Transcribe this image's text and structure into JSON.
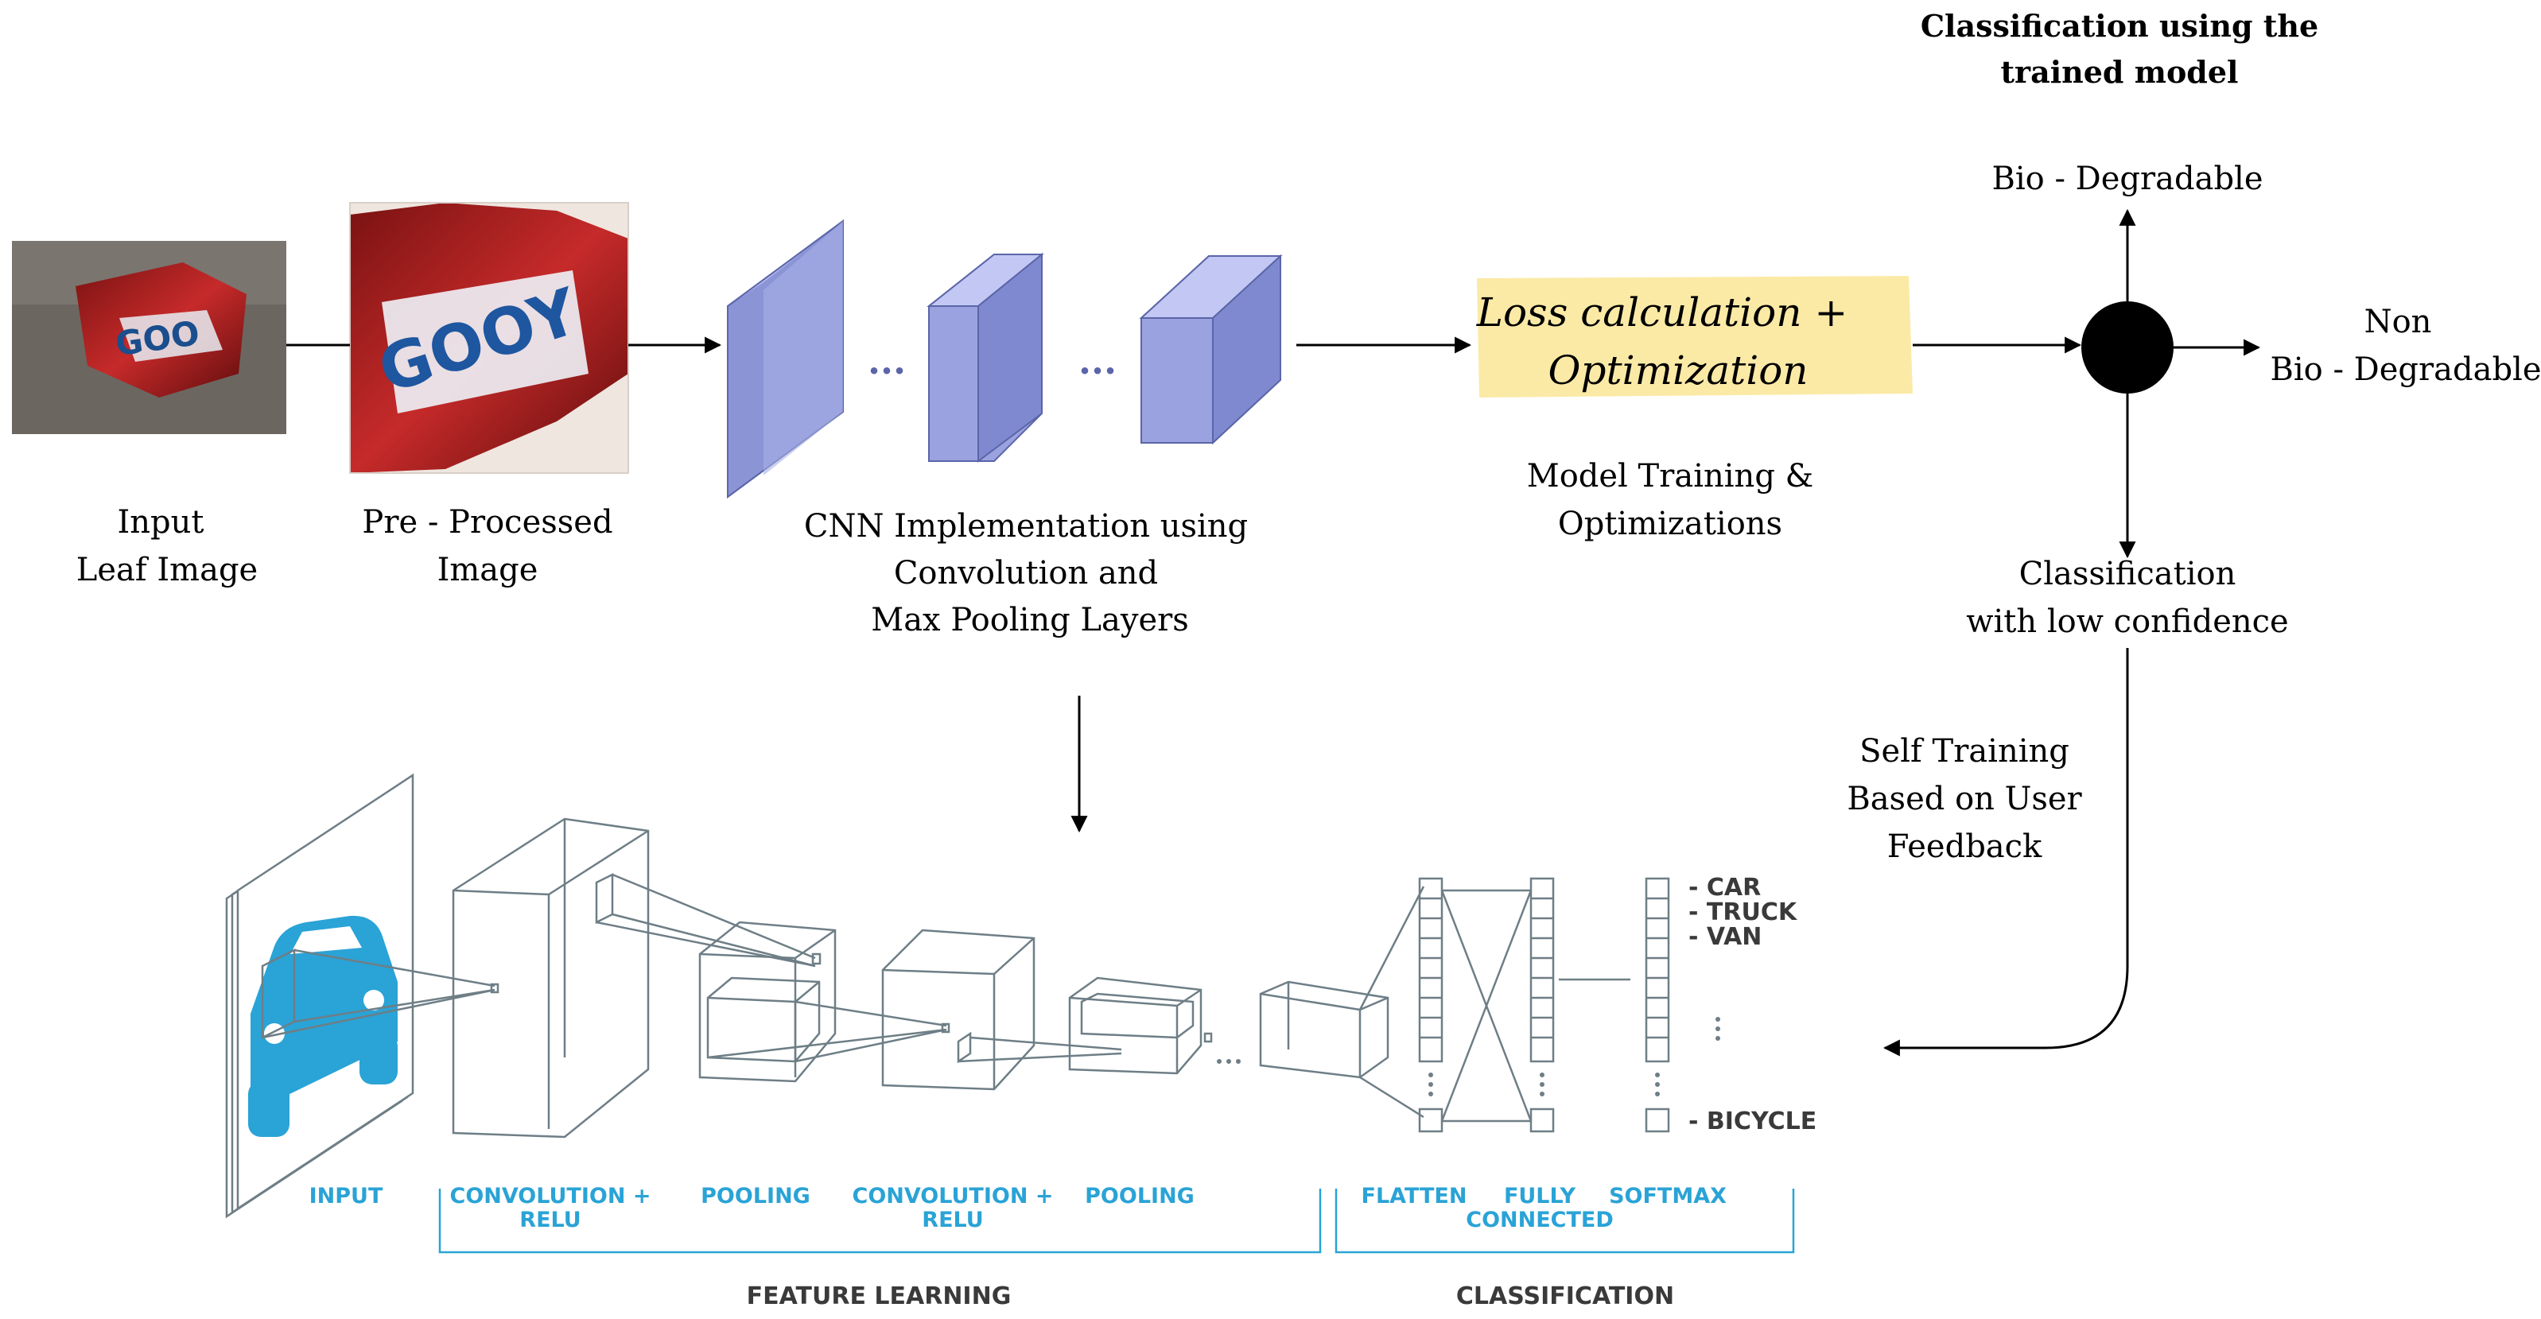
{
  "title": {
    "line1": "Classification using the",
    "line2": "trained model"
  },
  "images": {
    "input_caption": [
      "Input",
      "Leaf Image"
    ],
    "preprocessed_caption": [
      "Pre - Processed",
      "Image"
    ]
  },
  "cnn": {
    "caption": [
      "CNN Implementation using",
      "Convolution and",
      "Max Pooling Layers"
    ],
    "ellipsis": "..."
  },
  "loss_box": {
    "line1": "Loss calculation +",
    "line2": "Optimization",
    "fill": "#fbeaa6"
  },
  "training": {
    "caption": [
      "Model Training &",
      "Optimizations"
    ]
  },
  "outputs": {
    "bio": "Bio - Degradable",
    "non_bio": [
      "Non",
      "Bio - Degradable"
    ],
    "low_conf": [
      "Classification",
      "with low confidence"
    ]
  },
  "feedback": {
    "caption": [
      "Self Training",
      "Based on User",
      "Feedback"
    ]
  },
  "cnn_figure": {
    "stage_labels": {
      "input": "INPUT",
      "conv1": [
        "CONVOLUTION +",
        "RELU"
      ],
      "pool1": "POOLING",
      "conv2": [
        "CONVOLUTION +",
        "RELU"
      ],
      "pool2": "POOLING",
      "flatten": "FLATTEN",
      "fully": [
        "FULLY",
        "CONNECTED"
      ],
      "softmax": "SOFTMAX"
    },
    "groups": {
      "feature_learning": "FEATURE LEARNING",
      "classification": "CLASSIFICATION"
    },
    "classes": [
      "- CAR",
      "- TRUCK",
      "- VAN",
      "- BICYCLE"
    ],
    "accent": "#2aa3d6",
    "line_color": "#6e7e86"
  }
}
